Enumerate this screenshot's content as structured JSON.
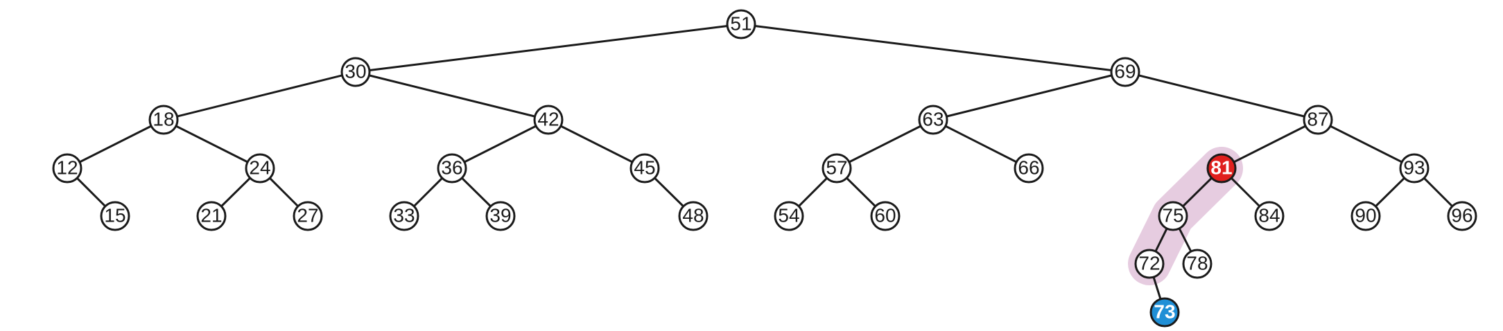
{
  "colors": {
    "edge": "#1a1a1a",
    "node_fill": "#ffffff",
    "path_highlight": "#e6cce0",
    "deleted_node": "#e0201e",
    "new_leaf_node": "#1f8fd6"
  },
  "tree": {
    "nodes": [
      {
        "id": "n51",
        "label": "51"
      },
      {
        "id": "n30",
        "label": "30"
      },
      {
        "id": "n69",
        "label": "69"
      },
      {
        "id": "n18",
        "label": "18"
      },
      {
        "id": "n42",
        "label": "42"
      },
      {
        "id": "n63",
        "label": "63"
      },
      {
        "id": "n87",
        "label": "87"
      },
      {
        "id": "n12",
        "label": "12"
      },
      {
        "id": "n24",
        "label": "24"
      },
      {
        "id": "n36",
        "label": "36"
      },
      {
        "id": "n45",
        "label": "45"
      },
      {
        "id": "n57",
        "label": "57"
      },
      {
        "id": "n66",
        "label": "66"
      },
      {
        "id": "n81",
        "label": "81",
        "highlight": "deleted_node"
      },
      {
        "id": "n93",
        "label": "93"
      },
      {
        "id": "n15",
        "label": "15"
      },
      {
        "id": "n21",
        "label": "21"
      },
      {
        "id": "n27",
        "label": "27"
      },
      {
        "id": "n33",
        "label": "33"
      },
      {
        "id": "n39",
        "label": "39"
      },
      {
        "id": "n48",
        "label": "48"
      },
      {
        "id": "n54",
        "label": "54"
      },
      {
        "id": "n60",
        "label": "60"
      },
      {
        "id": "n75",
        "label": "75"
      },
      {
        "id": "n84",
        "label": "84"
      },
      {
        "id": "n90",
        "label": "90"
      },
      {
        "id": "n96",
        "label": "96"
      },
      {
        "id": "n72",
        "label": "72"
      },
      {
        "id": "n78",
        "label": "78"
      },
      {
        "id": "n73",
        "label": "73",
        "highlight": "new_leaf_node"
      }
    ],
    "edges": [
      [
        "n51",
        "n30"
      ],
      [
        "n51",
        "n69"
      ],
      [
        "n30",
        "n18"
      ],
      [
        "n30",
        "n42"
      ],
      [
        "n69",
        "n63"
      ],
      [
        "n69",
        "n87"
      ],
      [
        "n18",
        "n12"
      ],
      [
        "n18",
        "n24"
      ],
      [
        "n42",
        "n36"
      ],
      [
        "n42",
        "n45"
      ],
      [
        "n63",
        "n57"
      ],
      [
        "n63",
        "n66"
      ],
      [
        "n87",
        "n81"
      ],
      [
        "n87",
        "n93"
      ],
      [
        "n12",
        "n15"
      ],
      [
        "n24",
        "n21"
      ],
      [
        "n24",
        "n27"
      ],
      [
        "n36",
        "n33"
      ],
      [
        "n36",
        "n39"
      ],
      [
        "n45",
        "n48"
      ],
      [
        "n57",
        "n54"
      ],
      [
        "n57",
        "n60"
      ],
      [
        "n81",
        "n75"
      ],
      [
        "n81",
        "n84"
      ],
      [
        "n93",
        "n90"
      ],
      [
        "n93",
        "n96"
      ],
      [
        "n75",
        "n72"
      ],
      [
        "n75",
        "n78"
      ],
      [
        "n72",
        "n73"
      ]
    ],
    "highlighted_path": [
      "n81",
      "n75",
      "n72"
    ]
  }
}
